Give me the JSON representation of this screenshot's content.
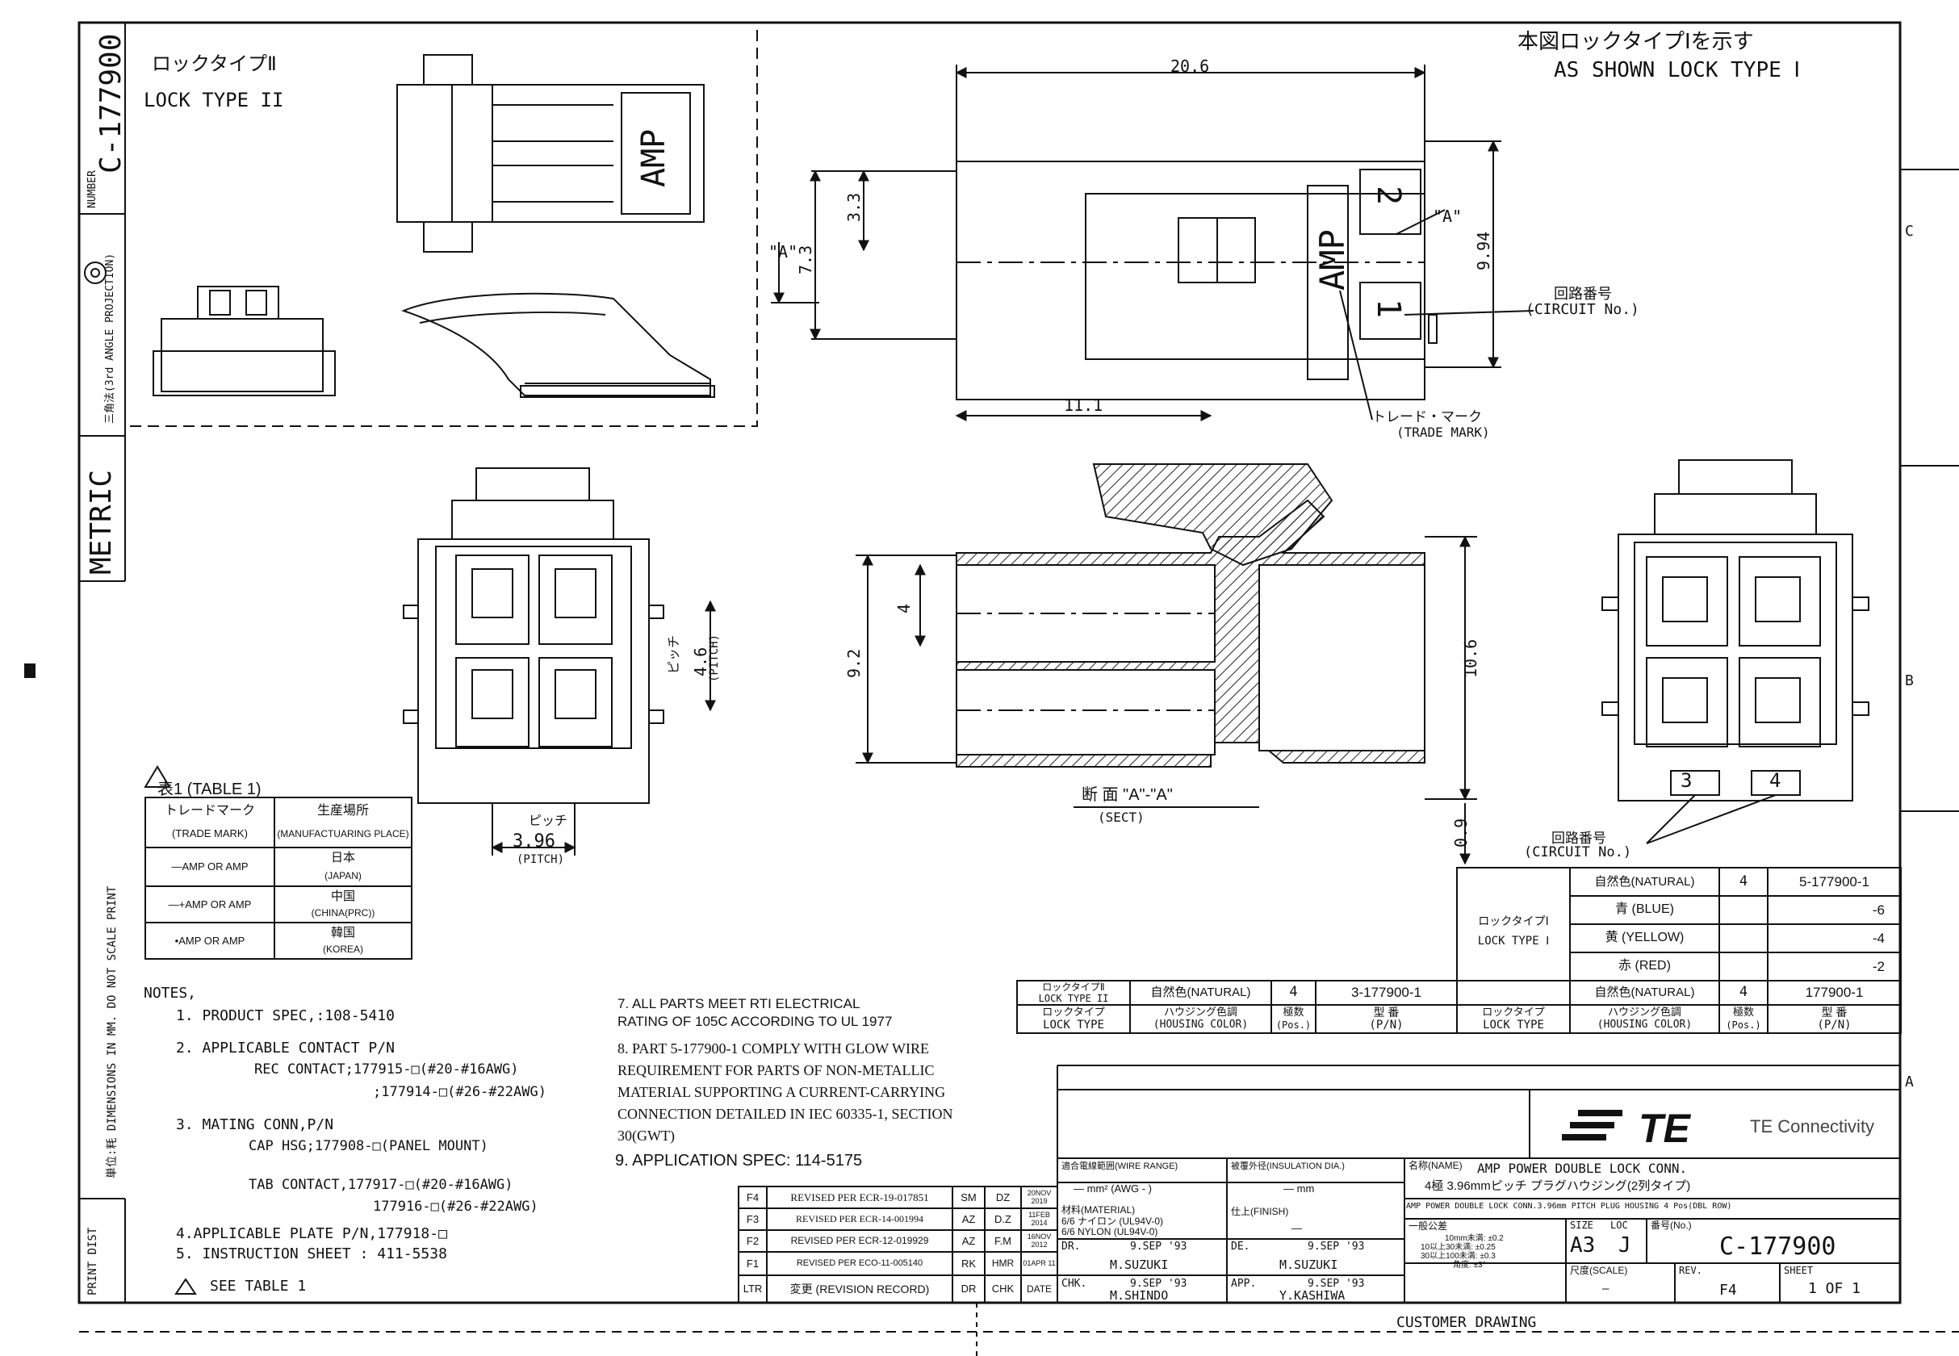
{
  "header": {
    "lock_type_jp": "本図ロックタイプⅠを示す",
    "lock_type_en": "AS SHOWN LOCK TYPE Ⅰ"
  },
  "lock_type_2": {
    "jp": "ロックタイプⅡ",
    "en": "LOCK TYPE II"
  },
  "side_strip": {
    "number_label": "NUMBER",
    "number": "C-177900",
    "projection": "三角法(3rd ANGLE PROJECTION)",
    "metric": "METRIC",
    "dimension_note": "単位:粍 DIMENSIONS IN MM. DO NOT SCALE PRINT",
    "print_dist": "PRINT DIST"
  },
  "zone_letters": [
    "C",
    "B",
    "A"
  ],
  "dims": {
    "d1": "20.6",
    "d2": "3.3",
    "d3": "7.3",
    "d4": "9.94",
    "d5": "11.1",
    "d6": "4.6",
    "d7": "3.96",
    "d8": "4",
    "d9": "9.2",
    "d10": "10.6",
    "d11": "0.9"
  },
  "labels": {
    "pitch_jp": "ピッチ",
    "pitch": "(PITCH)",
    "section_a": "\"A\"",
    "section_a2": "\"A\"",
    "circuit_jp": "回路番号",
    "circuit": "(CIRCUIT No.)",
    "trade_jp": "トレード・マーク",
    "trade": "(TRADE MARK)",
    "sect_jp": "断 面 \"A\"-\"A\"",
    "sect": "(SECT)",
    "circuit_jp2": "回路番号",
    "circuit2": "(CIRCUIT No.)",
    "c1": "1",
    "c2": "2",
    "c3": "3",
    "c4": "4",
    "amp": "AMP"
  },
  "table1": {
    "title": "表1 (TABLE 1)",
    "h1_jp": "トレードマーク",
    "h1": "(TRADE MARK)",
    "h2_jp": "生産場所",
    "h2": "(MANUFACTUARING PLACE)",
    "rows": [
      {
        "mark": "—AMP OR AMP",
        "place_jp": "日本",
        "place": "(JAPAN)"
      },
      {
        "mark": "—+AMP OR AMP",
        "place_jp": "中国",
        "place": "(CHINA(PRC))"
      },
      {
        "mark": "•AMP OR AMP",
        "place_jp": "韓国",
        "place": "(KOREA)"
      }
    ]
  },
  "notes": {
    "title": "NOTES,",
    "n1": "1. PRODUCT SPEC,:108-5410",
    "n2": "2. APPLICABLE CONTACT P/N",
    "n2a": "REC CONTACT;177915-□(#20-#16AWG)",
    "n2b": ";177914-□(#26-#22AWG)",
    "n3": "3. MATING CONN,P/N",
    "n3a": "CAP HSG;177908-□(PANEL MOUNT)",
    "n3b": "TAB CONTACT,177917-□(#20-#16AWG)",
    "n3c": "177916-□(#26-#22AWG)",
    "n4": "4.APPLICABLE PLATE P/N,177918-□",
    "n5": "5. INSTRUCTION SHEET : 411-5538",
    "n6": "SEE TABLE 1",
    "n7a": "7. ALL PARTS MEET RTI ELECTRICAL",
    "n7b": "RATING OF 105C ACCORDING TO UL 1977",
    "n8a": "8. PART 5-177900-1 COMPLY WITH GLOW WIRE",
    "n8b": "REQUIREMENT FOR PARTS OF NON-METALLIC",
    "n8c": "MATERIAL SUPPORTING A CURRENT-CARRYING",
    "n8d": "CONNECTION DETAILED IN IEC 60335-1, SECTION",
    "n8e": "30(GWT)",
    "n9": "9. APPLICATION SPEC: 114-5175"
  },
  "pn_table_right": {
    "lock_jp": "ロックタイプⅠ",
    "lock": "LOCK TYPE Ⅰ",
    "rows": [
      {
        "color": "自然色(NATURAL)",
        "pos": "4",
        "pn": "5-177900-1"
      },
      {
        "color": "青 (BLUE)",
        "pos": "",
        "pn": "-6"
      },
      {
        "color": "黄 (YELLOW)",
        "pos": "",
        "pn": "-4"
      },
      {
        "color": "赤 (RED)",
        "pos": "",
        "pn": "-2"
      },
      {
        "color": "自然色(NATURAL)",
        "pos": "4",
        "pn": "177900-1"
      }
    ],
    "h_lock_jp": "ロックタイプ",
    "h_lock": "LOCK TYPE",
    "h_color_jp": "ハウジング色調",
    "h_color": "(HOUSING COLOR)",
    "h_pos_jp": "極数",
    "h_pos": "(Pos.)",
    "h_pn_jp": "型 番",
    "h_pn": "(P/N)"
  },
  "pn_table_left": {
    "lock_jp": "ロックタイプⅡ",
    "lock": "LOCK TYPE II",
    "color": "自然色(NATURAL)",
    "pos": "4",
    "pn": "3-177900-1",
    "h_lock_jp": "ロックタイプ",
    "h_lock": "LOCK TYPE",
    "h_color_jp": "ハウジング色調",
    "h_color": "(HOUSING COLOR)",
    "h_pos_jp": "極数",
    "h_pos": "(Pos.)",
    "h_pn_jp": "型 番",
    "h_pn": "(P/N)"
  },
  "revisions": [
    {
      "ltr": "F4",
      "desc": "REVISED PER ECR-19-017851",
      "dr": "SM",
      "chk": "DZ",
      "date": "20NOV 2019"
    },
    {
      "ltr": "F3",
      "desc": "REVISED PER ECR-14-001994",
      "dr": "AZ",
      "chk": "D.Z",
      "date": "11FEB 2014"
    },
    {
      "ltr": "F2",
      "desc": "REVISED PER ECR-12-019929",
      "dr": "AZ",
      "chk": "F.M",
      "date": "16NOV 2012"
    },
    {
      "ltr": "F1",
      "desc": "REVISED PER ECO-11-005140",
      "dr": "RK",
      "chk": "HMR",
      "date": "01APR 11"
    }
  ],
  "rev_header": {
    "ltr": "LTR",
    "desc": "変更 (REVISION RECORD)",
    "dr": "DR",
    "chk": "CHK",
    "date": "DATE"
  },
  "title_block": {
    "company": "TE Connectivity",
    "logo": "TE",
    "wire_range": "適合電線範囲(WIRE RANGE)",
    "wire_range_val": "— mm² (AWG - )",
    "insulation": "被覆外径(INSULATION DIA.)",
    "insulation_val": "— mm",
    "material": "材料(MATERIAL)",
    "material_val1": "6/6 ナイロン (UL94V-0)",
    "material_val2": "6/6 NYLON (UL94V-0)",
    "finish": "仕上(FINISH)",
    "finish_val": "—",
    "name_label": "名称(NAME)",
    "name1": "AMP POWER DOUBLE LOCK CONN.",
    "name2": "4極 3.96mmピッチ プラグハウジング(2列タイプ)",
    "name3": "AMP POWER DOUBLE LOCK CONN.3.96mm PITCH PLUG HOUSING 4 Pos(DBL ROW)",
    "tol_label": "一般公差",
    "tol1": "10mm未満: ±0.2",
    "tol2": "10以上30未満: ±0.25",
    "tol3": "30以上100未満: ±0.3",
    "tol4": "角度: ±3°",
    "dr_label": "DR.",
    "dr_date": "9.SEP '93",
    "dr_name": "M.SUZUKI",
    "de_label": "DE.",
    "de_date": "9.SEP '93",
    "de_name": "M.SUZUKI",
    "chk_label": "CHK.",
    "chk_date": "9.SEP '93",
    "chk_name": "M.SHINDO",
    "app_label": "APP.",
    "app_date": "9.SEP '93",
    "app_name": "Y.KASHIWA",
    "size_label": "SIZE",
    "size": "A3",
    "loc_label": "LOC",
    "loc": "J",
    "no_label": "番号(No.)",
    "no": "C-177900",
    "scale_label": "尺度(SCALE)",
    "scale": "—",
    "rev_label": "REV.",
    "rev": "F4",
    "sheet_label": "SHEET",
    "sheet": "1 OF 1"
  },
  "footer": "CUSTOMER DRAWING"
}
